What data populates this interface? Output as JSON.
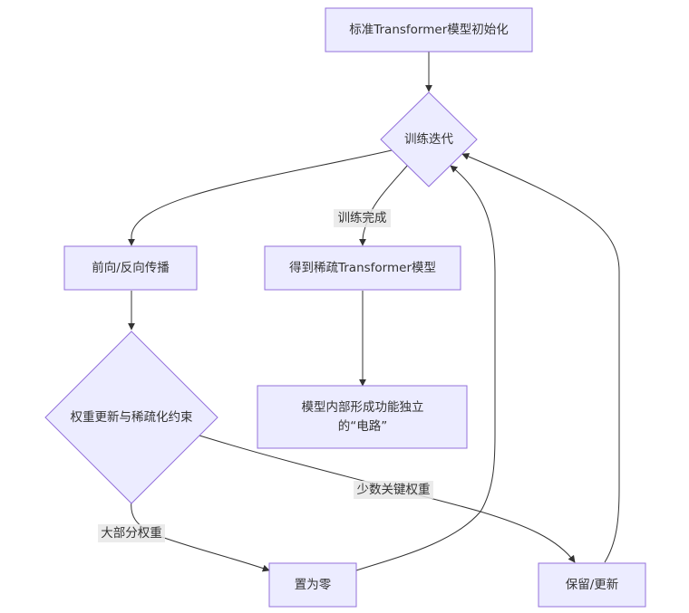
{
  "diagram": {
    "type": "flowchart",
    "colors": {
      "node_fill": "#ECECFF",
      "node_stroke": "#9370DB",
      "edge": "#333333",
      "text": "#333333",
      "label_bg": "#e8e8e8"
    },
    "nodes": {
      "init": {
        "label": "标准Transformer模型初始化",
        "shape": "rect"
      },
      "iterate": {
        "label": "训练迭代",
        "shape": "diamond"
      },
      "propagate": {
        "label": "前向/反向传播",
        "shape": "rect"
      },
      "sparse_model": {
        "label": "得到稀疏Transformer模型",
        "shape": "rect"
      },
      "circuits": {
        "label_line1": "模型内部形成功能独立",
        "label_line2": "的“电路”",
        "shape": "rect"
      },
      "update": {
        "label": "权重更新与稀疏化约束",
        "shape": "diamond"
      },
      "zero": {
        "label": "置为零",
        "shape": "rect"
      },
      "keep": {
        "label": "保留/更新",
        "shape": "rect"
      }
    },
    "edges": [
      {
        "from": "init",
        "to": "iterate",
        "label": ""
      },
      {
        "from": "iterate",
        "to": "propagate",
        "label": ""
      },
      {
        "from": "iterate",
        "to": "sparse_model",
        "label": "训练完成"
      },
      {
        "from": "propagate",
        "to": "update",
        "label": ""
      },
      {
        "from": "sparse_model",
        "to": "circuits",
        "label": ""
      },
      {
        "from": "update",
        "to": "zero",
        "label": "大部分权重"
      },
      {
        "from": "update",
        "to": "keep",
        "label": "少数关键权重"
      },
      {
        "from": "zero",
        "to": "iterate",
        "label": ""
      },
      {
        "from": "keep",
        "to": "iterate",
        "label": ""
      }
    ],
    "edge_labels": {
      "done": "训练完成",
      "most": "大部分权重",
      "few": "少数关键权重"
    }
  }
}
